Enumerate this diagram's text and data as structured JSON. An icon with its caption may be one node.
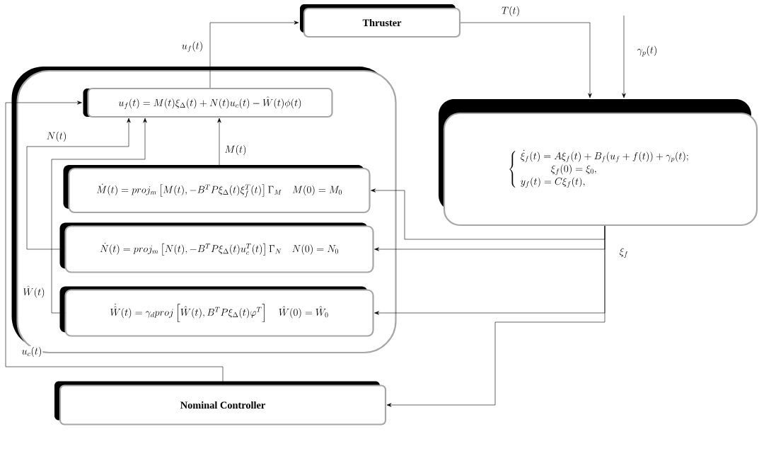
{
  "diagram": {
    "nodes": [
      {
        "text": [
          "Thruster"
        ]
      },
      {
        "text": [],
        "shape": "box"
      },
      {
        "text": [
          "u_f(t)=M(t)\\xi_\\Delta(t)+N(t)u_c(t)-\\hat{W}(t)\\phi(t)"
        ],
        "in": 1
      },
      {
        "text": [
          "\\dot{M}(t)=proj_m\\left[M(t),-B^TP\\xi_\\Delta(t)\\xi_f^T(t)\\right]\\Gamma_M\\quad M(0)=M_0"
        ],
        "in": 1
      },
      {
        "text": [
          "\\dot{N}(t)=proj_m\\left[N(t),-B^TP\\xi_\\Delta(t)u_c^T(t)\\right]\\Gamma_N\\quad N(0)=N_0"
        ],
        "in": 1
      },
      {
        "text": [
          "\\dot{\\hat{W}}(t)=\\gamma_d proj\\left[\\hat{W}(t),B^TP\\xi_\\Delta(t)\\varphi^T\\right]\\quad \\hat{W}(0)=\\hat{W}_0"
        ],
        "in": 1
      },
      {
        "text": [
          "\\left\\{\\begin{array}{l}\\dot{\\xi}_f(t)=A\\xi_f(t)+B_f(u_f+f(t))+\\gamma_p(t);\\\\ \\qquad\\quad\\xi_f(0)=\\xi_0,\\\\ y_f(t)=C\\xi_f(t),\\end{array}\\right."
        ]
      },
      {
        "text": [
          "Nominal Controller"
        ]
      }
    ],
    "edges": [
      {
        "from": 2,
        "to": 0,
        "arrow": "to",
        "label": "u_f(t)"
      },
      {
        "from": 0,
        "to": 6,
        "arrow": "to",
        "label": "T(t)"
      },
      {
        "from": null,
        "to": 6,
        "arrow": "to",
        "label": "\\gamma_p(t)"
      },
      {
        "from": 3,
        "to": 2,
        "arrow": "to",
        "label": "M(t)"
      },
      {
        "from": 4,
        "to": 2,
        "arrow": "to",
        "label": "N(t)"
      },
      {
        "from": 5,
        "to": 2,
        "arrow": "to",
        "label": "\\hat{W}(t)"
      },
      {
        "from": 6,
        "to": 3,
        "arrow": "to"
      },
      {
        "from": 6,
        "to": 4,
        "arrow": "to",
        "label": "\\xi_f"
      },
      {
        "from": 6,
        "to": 5,
        "arrow": "to"
      },
      {
        "from": 6,
        "to": 7,
        "arrow": "to"
      },
      {
        "from": 7,
        "to": 2,
        "arrow": "to",
        "label": "u_c(t)"
      }
    ]
  }
}
